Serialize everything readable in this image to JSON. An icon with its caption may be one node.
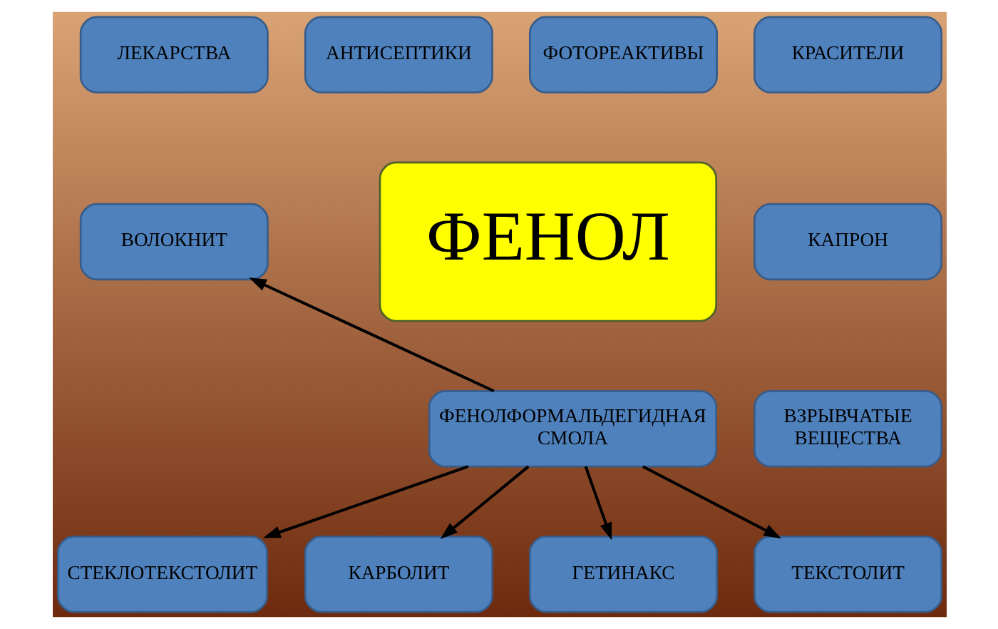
{
  "diagram": {
    "nodes": [
      {
        "text": [
          "ЛЕКАРСТВА"
        ]
      },
      {
        "text": [
          "АНТИСЕПТИКИ"
        ]
      },
      {
        "text": [
          "ФОТОРЕАКТИВЫ"
        ]
      },
      {
        "text": [
          "КРАСИТЕЛИ"
        ]
      },
      {
        "text": [
          "ФЕНОЛ"
        ]
      },
      {
        "text": [
          "КАПРОН"
        ]
      },
      {
        "text": [
          "ВОЛОКНИТ"
        ]
      },
      {
        "text": [
          "ВЗРЫВЧАТЫЕ ВЕЩЕСТВА"
        ]
      },
      {
        "text": [
          "ФЕНОЛФОРМАЛЬДЕГИДНАЯ СМОЛА"
        ]
      },
      {
        "text": [
          "ТЕКСТОЛИТ"
        ]
      },
      {
        "text": [
          "СТЕКЛОТЕКСТОЛИТ"
        ]
      },
      {
        "text": [
          "КАРБОЛИТ"
        ]
      },
      {
        "text": [
          "ГЕТИНАКС"
        ]
      }
    ],
    "edges": [
      {
        "from": 8,
        "to": 6,
        "arrow": "to"
      },
      {
        "from": 8,
        "to": 9,
        "arrow": "to"
      },
      {
        "from": 8,
        "to": 10,
        "arrow": "to"
      },
      {
        "from": 8,
        "to": 11,
        "arrow": "to"
      },
      {
        "from": 8,
        "to": 12,
        "arrow": "to"
      }
    ]
  }
}
